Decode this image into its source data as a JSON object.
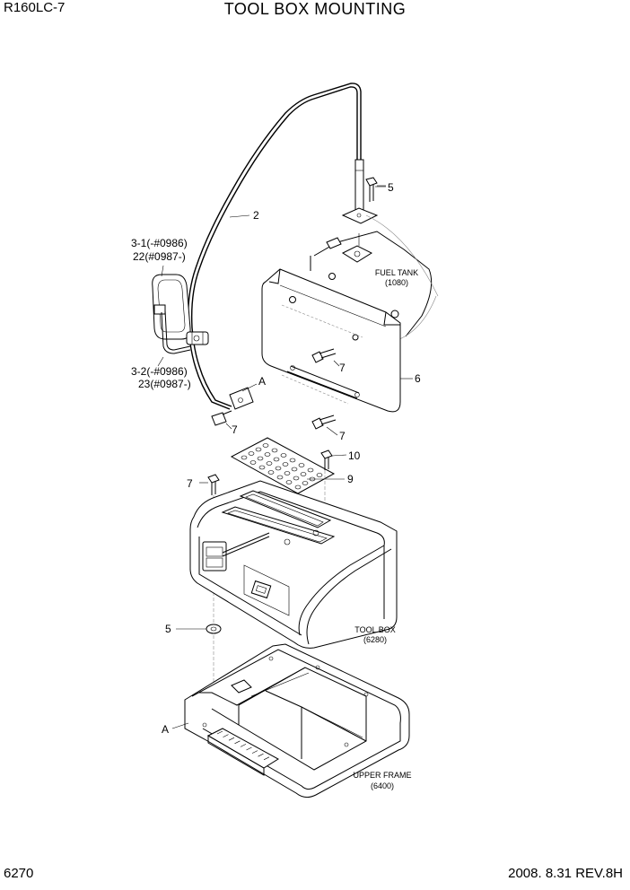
{
  "header": {
    "model": "R160LC-7",
    "title": "TOOL BOX MOUNTING"
  },
  "footer": {
    "page_number": "6270",
    "revision": "2008. 8.31  REV.8H"
  },
  "callouts": {
    "c2": "2",
    "c3_1": "3-1(-#0986)",
    "c22": "22(#0987-)",
    "c3_2": "3-2(-#0986)",
    "c23": "23(#0987-)",
    "c5_top": "5",
    "c5_bottom": "5",
    "c6": "6",
    "c7_a": "7",
    "c7_b": "7",
    "c7_c": "7",
    "c7_d": "7",
    "c9": "9",
    "c10": "10",
    "a_top": "A",
    "a_bottom": "A"
  },
  "references": {
    "fuel_tank_name": "FUEL TANK",
    "fuel_tank_ref": "(1080)",
    "tool_box_name": "TOOL BOX",
    "tool_box_ref": "(6280)",
    "upper_frame_name": "UPPER FRAME",
    "upper_frame_ref": "(6400)"
  }
}
